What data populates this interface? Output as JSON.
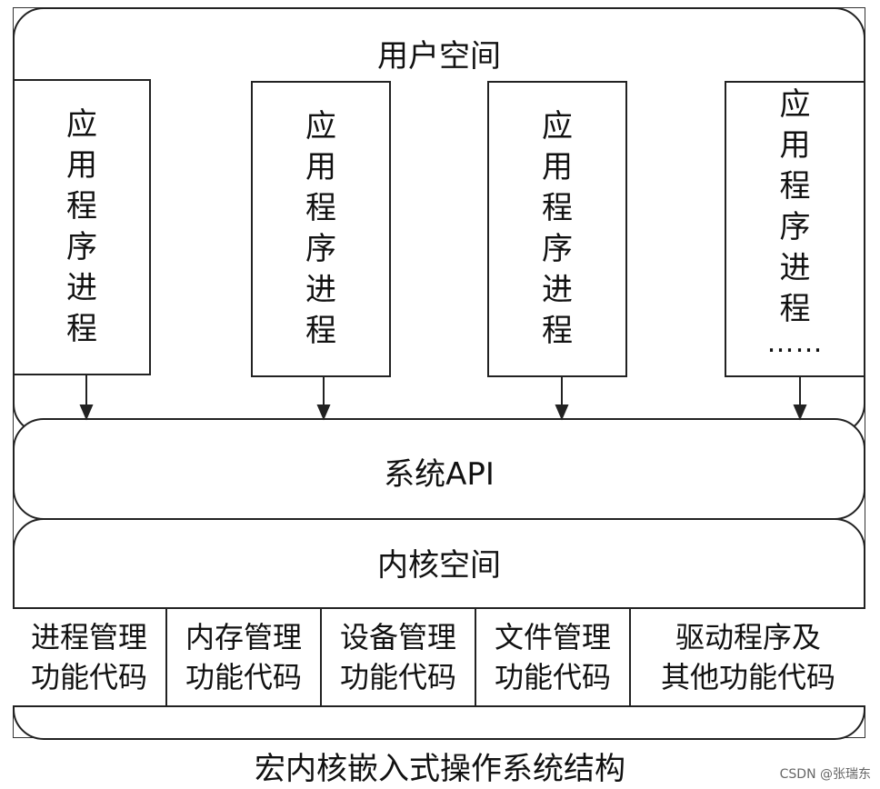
{
  "user_space": {
    "title": "用户空间"
  },
  "processes": [
    {
      "chars": [
        "应",
        "用",
        "程",
        "序",
        "进",
        "程"
      ],
      "extra": ""
    },
    {
      "chars": [
        "应",
        "用",
        "程",
        "序",
        "进",
        "程"
      ],
      "extra": ""
    },
    {
      "chars": [
        "应",
        "用",
        "程",
        "序",
        "进",
        "程"
      ],
      "extra": ""
    },
    {
      "chars": [
        "应",
        "用",
        "程",
        "序",
        "进",
        "程"
      ],
      "extra": "……"
    }
  ],
  "api_layer": {
    "title": "系统API"
  },
  "kernel_space": {
    "title": "内核空间"
  },
  "modules": [
    {
      "line1": "进程管理",
      "line2": "功能代码"
    },
    {
      "line1": "内存管理",
      "line2": "功能代码"
    },
    {
      "line1": "设备管理",
      "line2": "功能代码"
    },
    {
      "line1": "文件管理",
      "line2": "功能代码"
    },
    {
      "line1": "驱动程序及",
      "line2": "其他功能代码"
    }
  ],
  "caption": "宏内核嵌入式操作系统结构",
  "watermark": "CSDN @张瑞东"
}
